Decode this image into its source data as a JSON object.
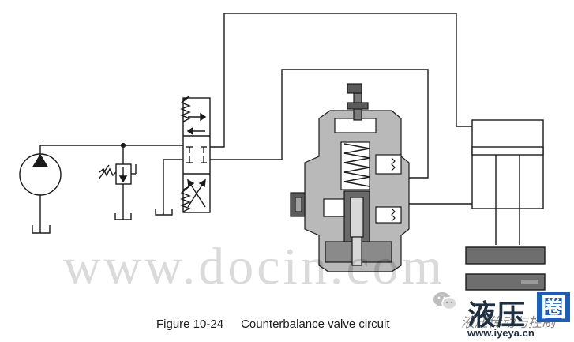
{
  "figure": {
    "number": "Figure 10-24",
    "caption": "Counterbalance valve circuit"
  },
  "watermark": {
    "text": "www.docin.com"
  },
  "logo": {
    "account_name": "液压传动与控制",
    "brand_main": "液压",
    "brand_end": "圈",
    "url": "www.iyeya.cn"
  },
  "colors": {
    "line": "#1a1a1a",
    "valve_body": "#b9b9b9",
    "valve_dark": "#5a5a5a",
    "cylinder_base": "#6e6e6e",
    "logo_blue": "#1d5fb4"
  }
}
